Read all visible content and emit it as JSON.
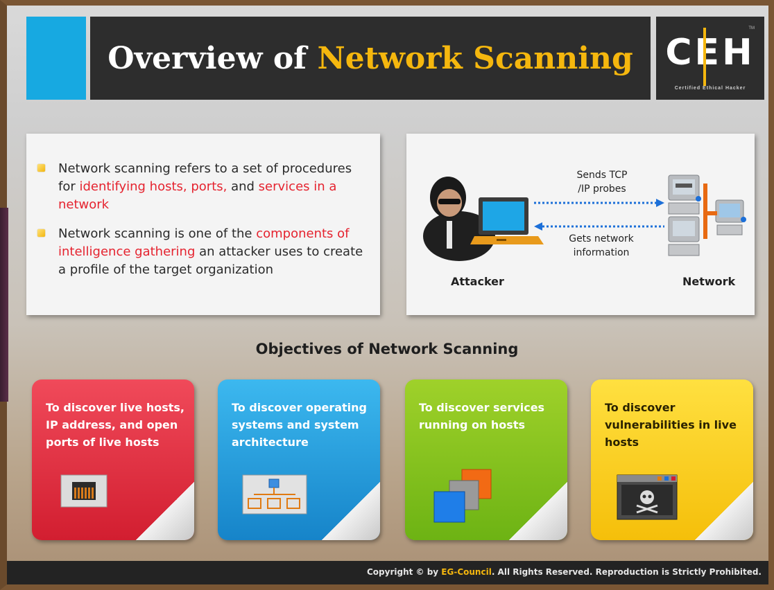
{
  "header": {
    "title_plain": "Overview of",
    "title_accent": "Network Scanning",
    "logo": {
      "letters": "CEH",
      "sub": "Certified Ethical Hacker",
      "tm": "TM"
    }
  },
  "intro": {
    "bullets": [
      {
        "parts": [
          {
            "text": "Network scanning refers to a set of procedures for ",
            "highlight": false
          },
          {
            "text": "identifying hosts, ports,",
            "highlight": true
          },
          {
            "text": " and ",
            "highlight": false
          },
          {
            "text": "services in a network",
            "highlight": true
          }
        ]
      },
      {
        "parts": [
          {
            "text": "Network scanning is one of the ",
            "highlight": false
          },
          {
            "text": "components of intelligence gathering",
            "highlight": true
          },
          {
            "text": " an attacker uses to create a profile of the target organization",
            "highlight": false
          }
        ]
      }
    ]
  },
  "diagram": {
    "probe_label_1": "Sends TCP",
    "probe_label_2": "/IP probes",
    "reply_label_1": "Gets network",
    "reply_label_2": "information",
    "attacker": "Attacker",
    "network": "Network"
  },
  "objectives": {
    "title": "Objectives of Network Scanning",
    "cards": [
      {
        "text": "To discover live hosts, IP address, and open ports of live hosts",
        "icon": "ethernet-port-icon"
      },
      {
        "text": "To discover operating systems and system architecture",
        "icon": "architecture-icon"
      },
      {
        "text": "To discover services running on hosts",
        "icon": "stacked-windows-icon"
      },
      {
        "text": "To discover vulnerabilities in live hosts",
        "icon": "skull-window-icon"
      }
    ]
  },
  "footer": {
    "prefix": "Copyright © by ",
    "brand": "EG-Council",
    "suffix": ". All Rights Reserved. Reproduction is Strictly Prohibited."
  },
  "colors": {
    "accent_yellow": "#f5b70e",
    "header_blue": "#17a9e1",
    "highlight_red": "#e5232f",
    "card_red": "#d21e30",
    "card_blue": "#1684c9",
    "card_green": "#6db314",
    "card_yellow": "#f5bf0a"
  }
}
